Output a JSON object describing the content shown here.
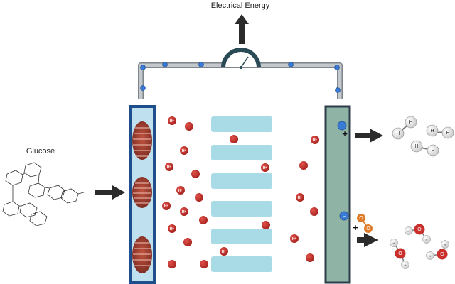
{
  "labels": {
    "electrical_energy": "Electrical Energy",
    "glucose": "Glucose"
  },
  "ion_label": "H⁺",
  "anode_electron_symbol": "−",
  "anode_plus_symbol": "+",
  "cathode_electron_symbol": "−",
  "cathode_plus_symbol": "+",
  "product_atoms": {
    "hydrogen": "H",
    "oxygen": "O"
  },
  "colors": {
    "wire": "#9ea3a8",
    "electron": "#3a7bd5",
    "anode_fill": "#bfe1ef",
    "anode_border": "#1f4e8c",
    "cathode_fill": "#8fb3a4",
    "cathode_border": "#2d3e4a",
    "membrane": "#a9dbe6",
    "proton": "#c9302c",
    "oxygen_orange": "#e07b2a",
    "arrow": "#2b2b2b"
  }
}
